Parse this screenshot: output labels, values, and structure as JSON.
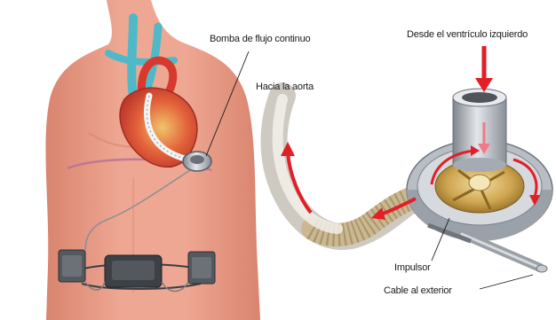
{
  "labels": {
    "pump": "Bomba de flujo continuo",
    "aorta": "Hacia la aorta",
    "ventricle": "Desde el ventrículo izquierdo",
    "impeller": "Impulsor",
    "cable": "Cable al exterior"
  },
  "colors": {
    "skin": "#eba08a",
    "skin_shade": "#d9846f",
    "vessel_blue": "#4fb9c8",
    "vessel_red": "#d9382c",
    "heart": "#d94a34",
    "flow_arrow": "#e21f26",
    "metal": "#b7bcc3",
    "gold": "#c9a24a"
  }
}
